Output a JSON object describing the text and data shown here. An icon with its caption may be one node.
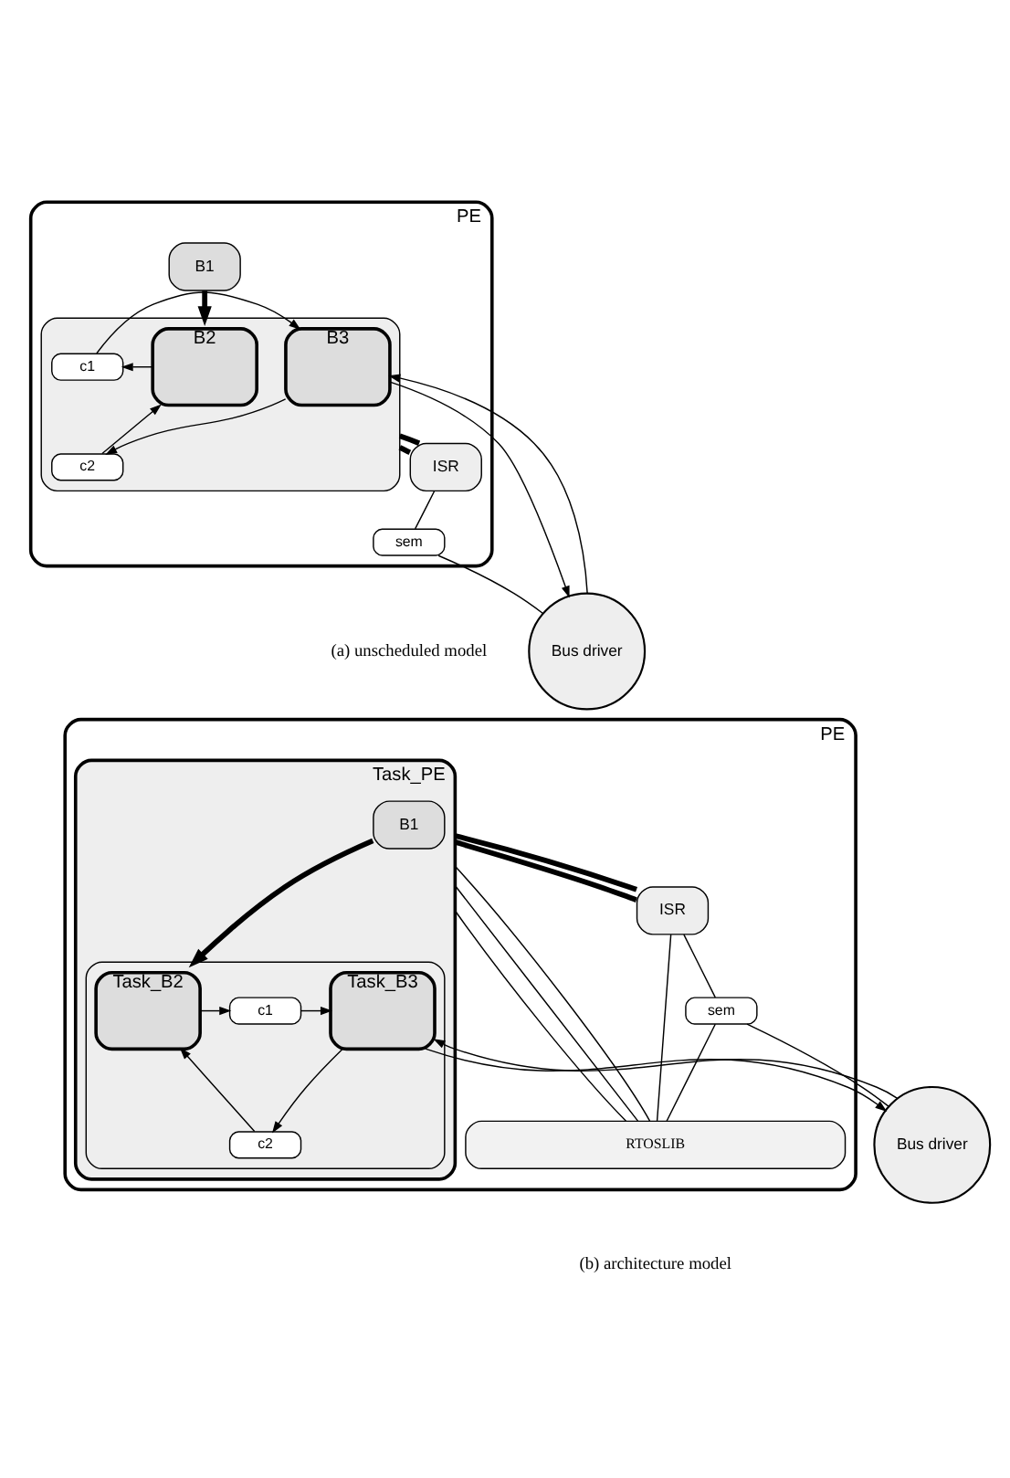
{
  "diagram": {
    "nodes": [
      {
        "text": [
          "PE"
        ]
      },
      {
        "text": [
          "B1"
        ],
        "in": 0
      },
      {
        "text": [],
        "shape": "box",
        "in": 0
      },
      {
        "text": [
          "B2"
        ],
        "in": 2
      },
      {
        "text": [
          "c1"
        ],
        "in": 2
      },
      {
        "text": [
          "c2"
        ],
        "in": 2
      },
      {
        "text": [
          "B3"
        ],
        "in": 2
      },
      {
        "text": [
          "Bus driver"
        ]
      },
      {
        "text": [
          "ISR"
        ],
        "in": 0
      },
      {
        "text": [
          "sem"
        ],
        "in": 0
      },
      {
        "text": [
          "PE"
        ]
      },
      {
        "text": [
          "Task_PE"
        ],
        "in": 10
      },
      {
        "text": [
          "B1"
        ],
        "in": 11
      },
      {
        "text": [],
        "shape": "box",
        "in": 11
      },
      {
        "text": [
          "Task_B2"
        ],
        "in": 13
      },
      {
        "text": [
          "c1"
        ],
        "in": 13
      },
      {
        "text": [
          "c2"
        ],
        "in": 13
      },
      {
        "text": [
          "Task_B3"
        ],
        "in": 13
      },
      {
        "text": [
          "Bus driver"
        ]
      },
      {
        "text": [
          "ISR"
        ],
        "in": 10
      },
      {
        "text": [
          "sem"
        ],
        "in": 10
      },
      {
        "text": [
          "RTOSLIB"
        ],
        "in": 10
      }
    ],
    "edges": [
      {
        "from": 1,
        "to": 2,
        "arrow": "to",
        "style": "thick"
      },
      {
        "from": 3,
        "to": 4,
        "arrow": "to"
      },
      {
        "from": 4,
        "to": 6,
        "arrow": "to"
      },
      {
        "from": 6,
        "to": 5,
        "arrow": "to"
      },
      {
        "from": 5,
        "to": 3,
        "arrow": "to"
      },
      {
        "from": 6,
        "to": 7,
        "arrow": "to"
      },
      {
        "from": 7,
        "to": 6,
        "arrow": "to"
      },
      {
        "from": 2,
        "to": 8,
        "arrow": "none",
        "style": "thick"
      },
      {
        "from": 2,
        "to": 8,
        "arrow": "none",
        "style": "thick"
      },
      {
        "from": 8,
        "to": 9,
        "arrow": "none"
      },
      {
        "from": 9,
        "to": 7,
        "arrow": "none"
      },
      {
        "from": 12,
        "to": 13,
        "arrow": "to",
        "style": "thick"
      },
      {
        "from": 14,
        "to": 15,
        "arrow": "to"
      },
      {
        "from": 15,
        "to": 17,
        "arrow": "to"
      },
      {
        "from": 17,
        "to": 16,
        "arrow": "to"
      },
      {
        "from": 16,
        "to": 14,
        "arrow": "to"
      },
      {
        "from": 17,
        "to": 18,
        "arrow": "to"
      },
      {
        "from": 18,
        "to": 17,
        "arrow": "to"
      },
      {
        "from": 11,
        "to": 19,
        "arrow": "none",
        "style": "thick"
      },
      {
        "from": 11,
        "to": 19,
        "arrow": "none",
        "style": "thick"
      },
      {
        "from": 19,
        "to": 20,
        "arrow": "none"
      },
      {
        "from": 20,
        "to": 18,
        "arrow": "none"
      },
      {
        "from": 11,
        "to": 21,
        "arrow": "none"
      },
      {
        "from": 11,
        "to": 21,
        "arrow": "none"
      },
      {
        "from": 11,
        "to": 21,
        "arrow": "none"
      },
      {
        "from": 19,
        "to": 21,
        "arrow": "none"
      },
      {
        "from": 20,
        "to": 21,
        "arrow": "none"
      }
    ],
    "labels": [
      "(a) unscheduled model",
      "(b) architecture model"
    ]
  }
}
